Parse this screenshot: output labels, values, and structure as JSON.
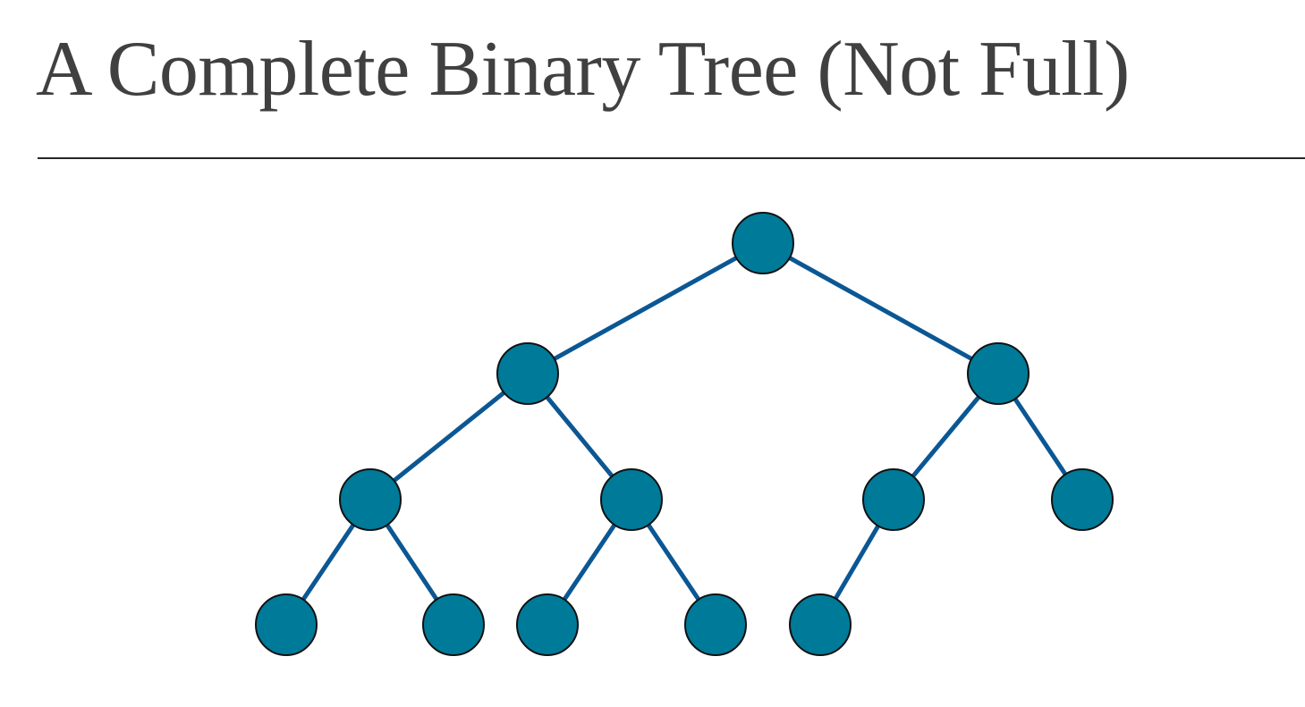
{
  "slide": {
    "title": "A Complete Binary Tree (Not Full)"
  },
  "colors": {
    "title_text": "#404040",
    "rule": "#262626",
    "node_fill": "#007a99",
    "node_stroke": "#111111",
    "edge": "#0b5794"
  },
  "tree": {
    "nodes": [
      {
        "id": "n1"
      },
      {
        "id": "n2"
      },
      {
        "id": "n3"
      },
      {
        "id": "n4"
      },
      {
        "id": "n5"
      },
      {
        "id": "n6"
      },
      {
        "id": "n7"
      },
      {
        "id": "n8"
      },
      {
        "id": "n9"
      },
      {
        "id": "n10"
      },
      {
        "id": "n11"
      },
      {
        "id": "n12"
      }
    ],
    "edges": [
      {
        "from": "n1",
        "to": "n2"
      },
      {
        "from": "n1",
        "to": "n3"
      },
      {
        "from": "n2",
        "to": "n4"
      },
      {
        "from": "n2",
        "to": "n5"
      },
      {
        "from": "n3",
        "to": "n6"
      },
      {
        "from": "n3",
        "to": "n7"
      },
      {
        "from": "n4",
        "to": "n8"
      },
      {
        "from": "n4",
        "to": "n9"
      },
      {
        "from": "n5",
        "to": "n10"
      },
      {
        "from": "n5",
        "to": "n11"
      },
      {
        "from": "n6",
        "to": "n12"
      }
    ]
  }
}
